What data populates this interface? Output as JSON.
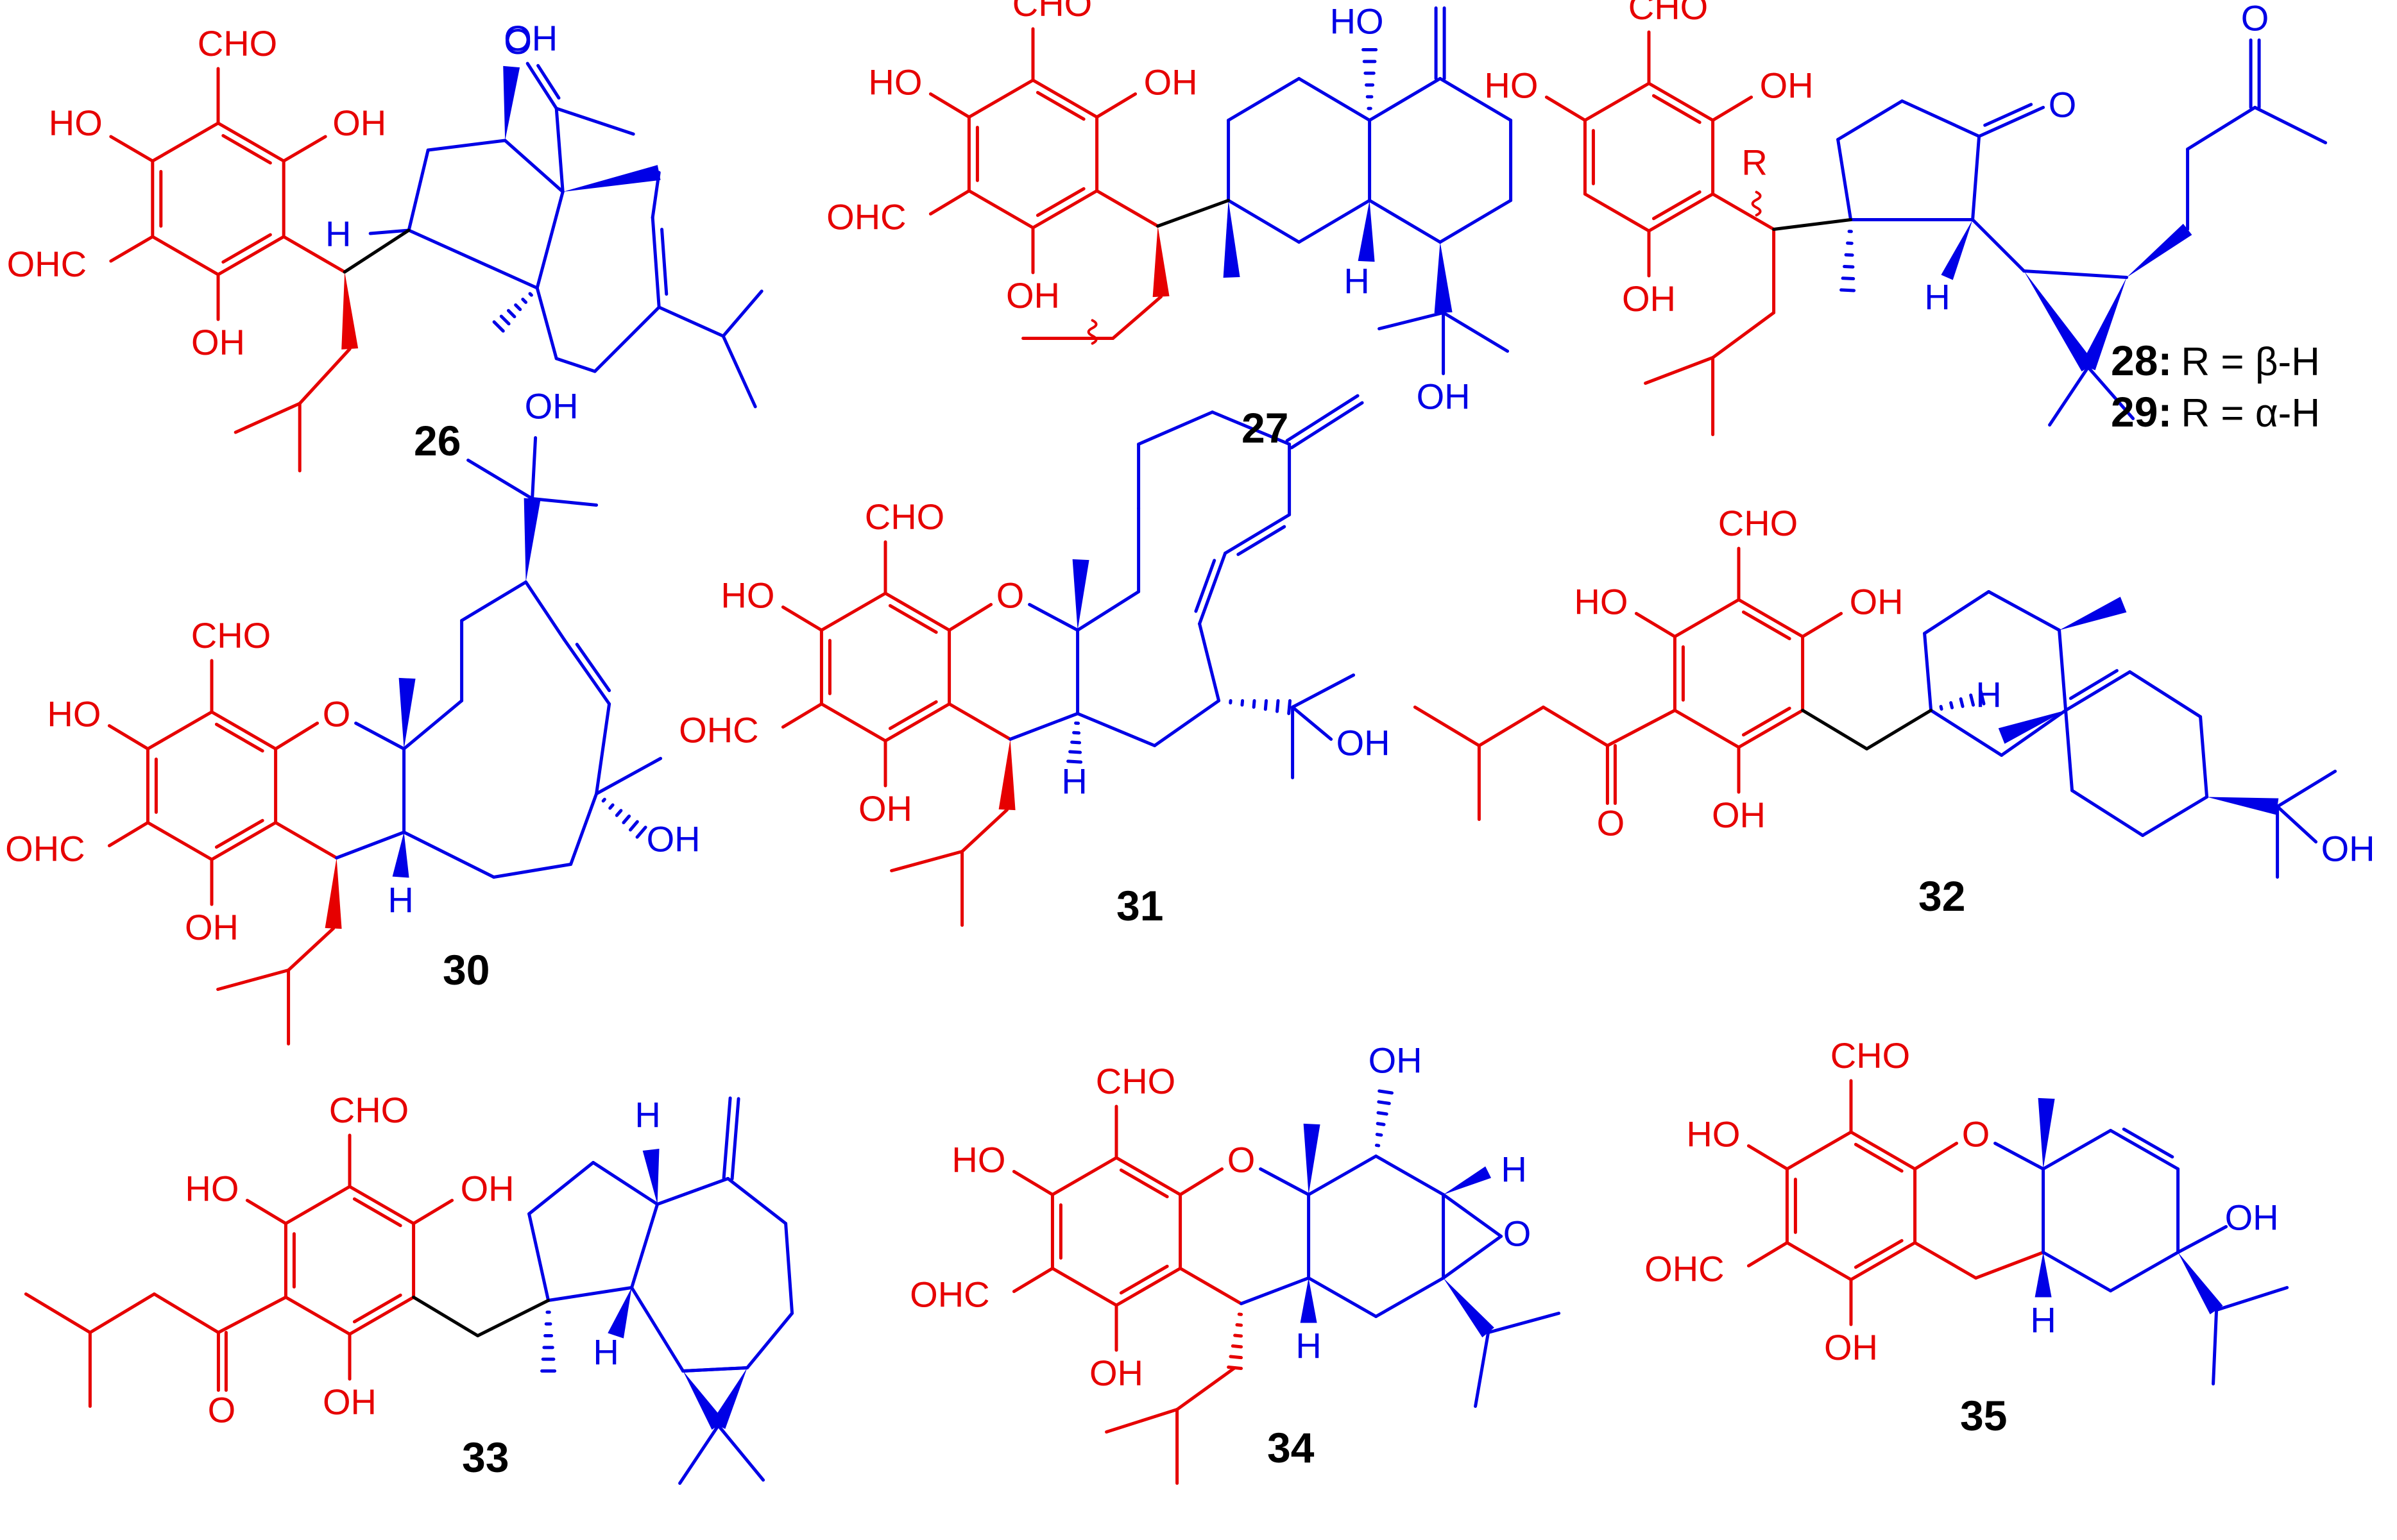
{
  "colors": {
    "aromatic": "#e60000",
    "terpene": "#0000e6",
    "numbers": "#000000"
  },
  "compounds": [
    {
      "number": "26"
    },
    {
      "number": "27"
    },
    {
      "number": "28"
    },
    {
      "number": "29"
    },
    {
      "number": "30"
    },
    {
      "number": "31"
    },
    {
      "number": "32"
    },
    {
      "number": "33"
    },
    {
      "number": "34"
    },
    {
      "number": "35"
    }
  ],
  "notes": [
    {
      "id": "28",
      "prefix": "28:",
      "text": "R = β-H"
    },
    {
      "id": "29",
      "prefix": "29:",
      "text": "R = α-H"
    }
  ],
  "atom_labels": {
    "cho": "CHO",
    "ohc": "OHC",
    "oh": "OH",
    "ho": "HO",
    "o": "O",
    "h": "H",
    "r": "R"
  }
}
